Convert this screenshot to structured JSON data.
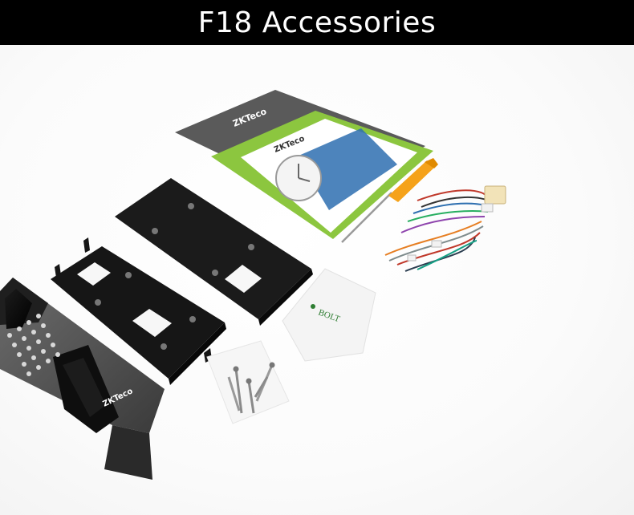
{
  "banner": {
    "title": "F18 Accessories"
  },
  "photo": {
    "brand_logo": "ZKTeco",
    "bolt_bag_label": "BOLT",
    "items": [
      "manual-booklet",
      "screwdriver",
      "cable-harness",
      "wall-mount-plate",
      "back-plate",
      "bolt-bag",
      "screws",
      "fingerprint-terminal"
    ]
  },
  "colors": {
    "banner_bg": "#000000",
    "banner_text": "#ffffff",
    "screwdriver_handle": "#f5a21a",
    "manual_green": "#8bc34a",
    "plate": "#1a1a1a"
  }
}
